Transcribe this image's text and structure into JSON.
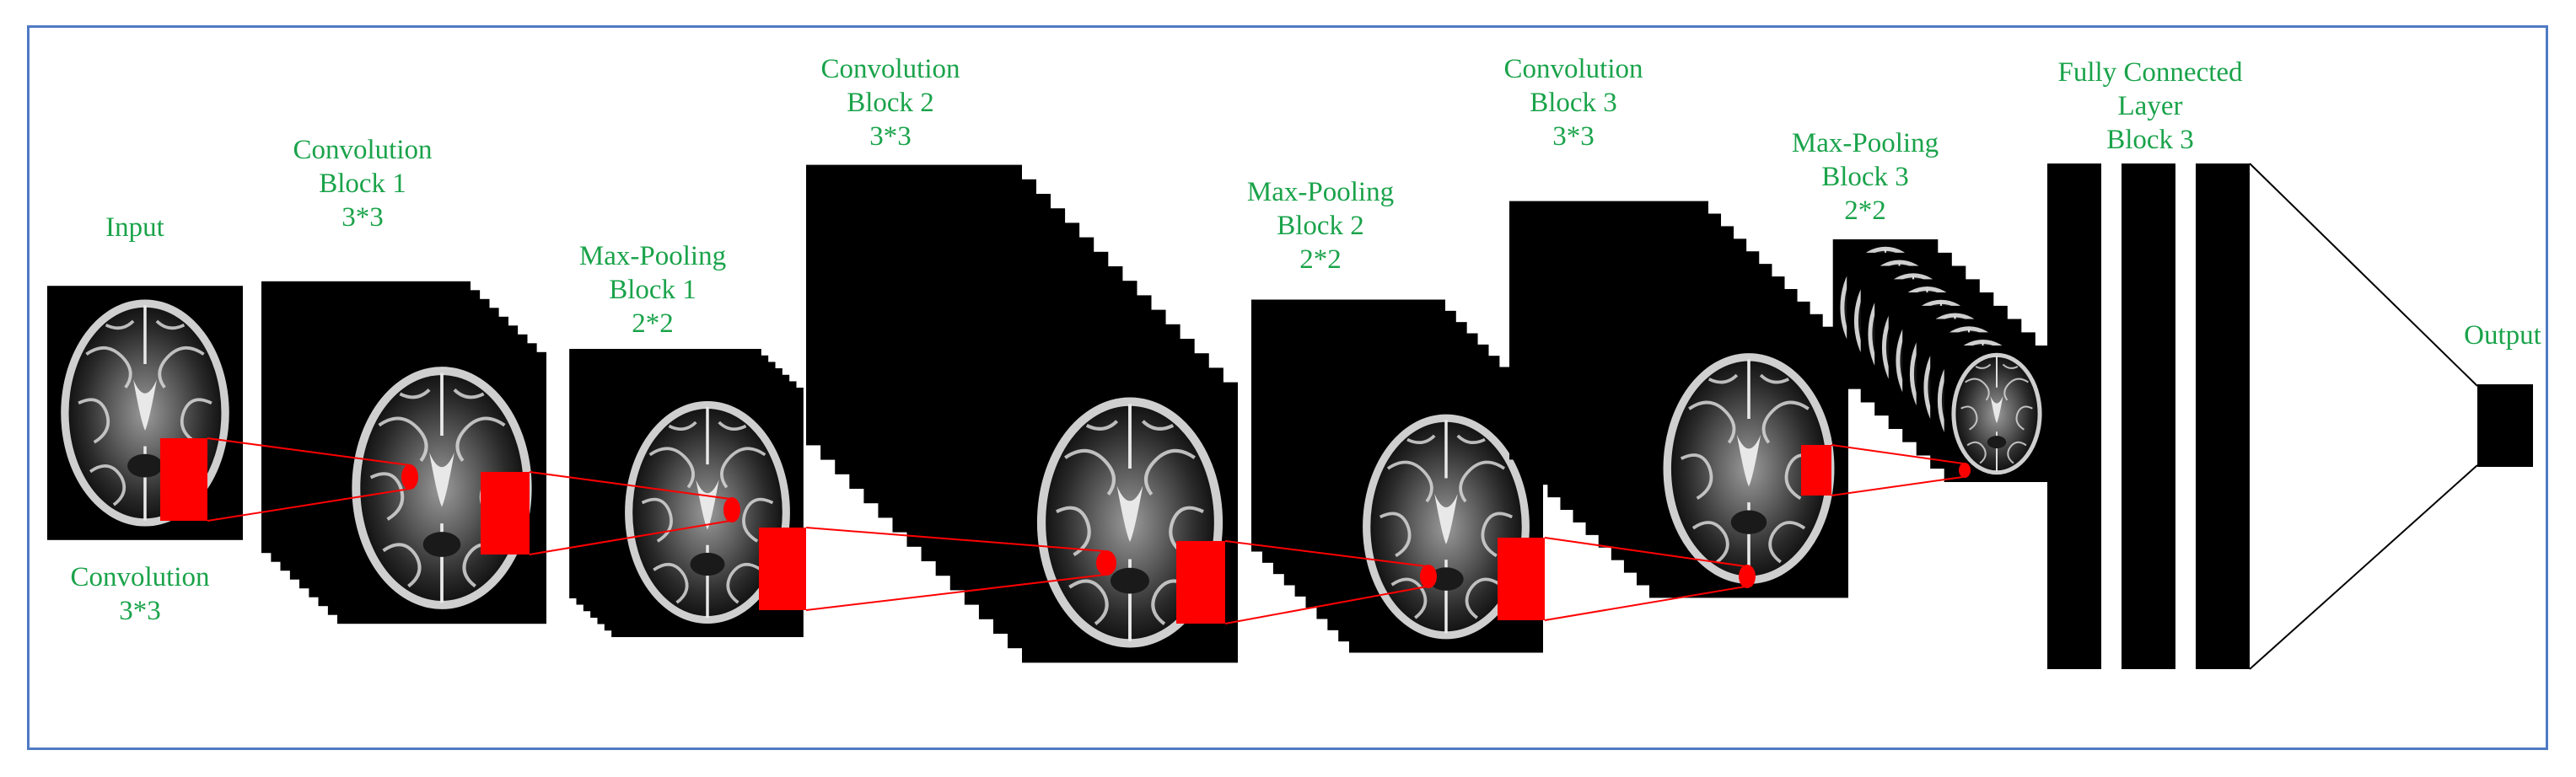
{
  "diagram": {
    "colors": {
      "label": "#1aa34a",
      "frame": "#4f7ac4",
      "highlight": "#ff0000",
      "layer": "#000000"
    },
    "labels": {
      "input": [
        "Input"
      ],
      "input_conv": [
        "Convolution",
        "3*3"
      ],
      "conv1": [
        "Convolution",
        "Block 1",
        "3*3"
      ],
      "pool1": [
        "Max-Pooling",
        "Block 1",
        "2*2"
      ],
      "conv2": [
        "Convolution",
        "Block 2",
        "3*3"
      ],
      "pool2": [
        "Max-Pooling",
        "Block 2",
        "2*2"
      ],
      "conv3": [
        "Convolution",
        "Block 3",
        "3*3"
      ],
      "pool3": [
        "Max-Pooling",
        "Block 3",
        "2*2"
      ],
      "fc": [
        "Fully Connected",
        "Layer",
        "Block 3"
      ],
      "output": [
        "Output"
      ]
    }
  }
}
